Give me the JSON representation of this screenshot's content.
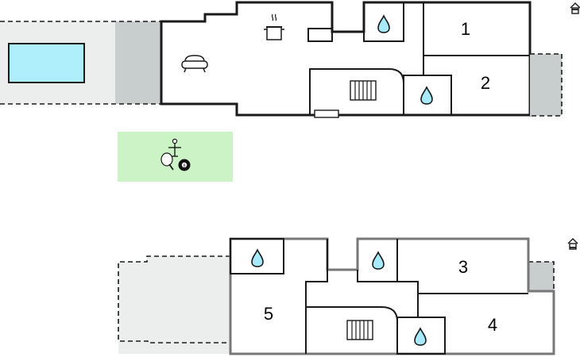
{
  "colors": {
    "terrace": "#eceeee",
    "pool": "#aeeffb",
    "grey_area": "#c8cdcd",
    "games_area": "#cbf3c6",
    "outer_wall": "#1a1a1a",
    "lower_wall": "#777777",
    "water_drop": "#a6eafc"
  },
  "floors": [
    {
      "id": "upper",
      "level_icon": "house-upper-floor-icon"
    },
    {
      "id": "lower",
      "level_icon": "house-ground-floor-icon"
    }
  ],
  "rooms": {
    "r1": "1",
    "r2": "2",
    "r3": "3",
    "r4": "4",
    "r5": "5"
  },
  "icons": {
    "living": "sofa-icon",
    "kitchen": "cooking-pot-icon",
    "bathroom": "water-drop-icon",
    "stairs": "stairs-icon",
    "games": "table-football-pingpong-billiard-icon"
  }
}
